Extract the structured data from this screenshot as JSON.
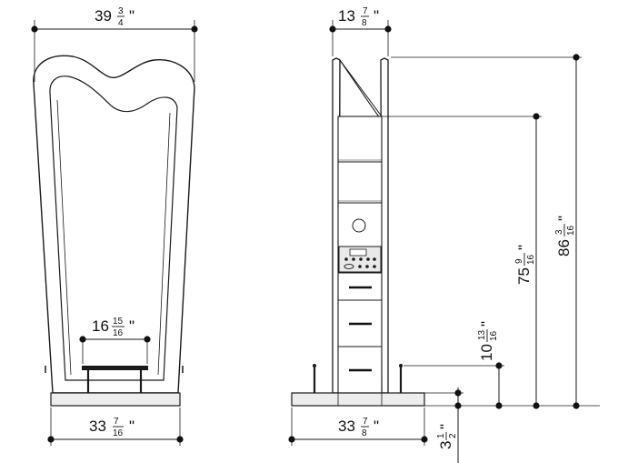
{
  "dimensions": {
    "front_width_top": {
      "whole": "39",
      "num": "3",
      "den": "4",
      "unit": "\""
    },
    "front_inner_width": {
      "whole": "16",
      "num": "15",
      "den": "16",
      "unit": "\""
    },
    "front_base_width": {
      "whole": "33",
      "num": "7",
      "den": "16",
      "unit": "\""
    },
    "side_width_top": {
      "whole": "13",
      "num": "7",
      "den": "8",
      "unit": "\""
    },
    "side_base_width": {
      "whole": "33",
      "num": "7",
      "den": "8",
      "unit": "\""
    },
    "height_total": {
      "whole": "86",
      "num": "3",
      "den": "16",
      "unit": "\""
    },
    "height_shelf": {
      "whole": "75",
      "num": "9",
      "den": "16",
      "unit": "\""
    },
    "height_step": {
      "whole": "10",
      "num": "13",
      "den": "16",
      "unit": "\""
    },
    "base_thickness": {
      "whole": "3",
      "num": "1",
      "den": "2",
      "unit": "\""
    }
  },
  "colors": {
    "line": "#1a1a1a",
    "panel": "#f4f4f4",
    "base": "#ededed",
    "dark": "#111111"
  }
}
